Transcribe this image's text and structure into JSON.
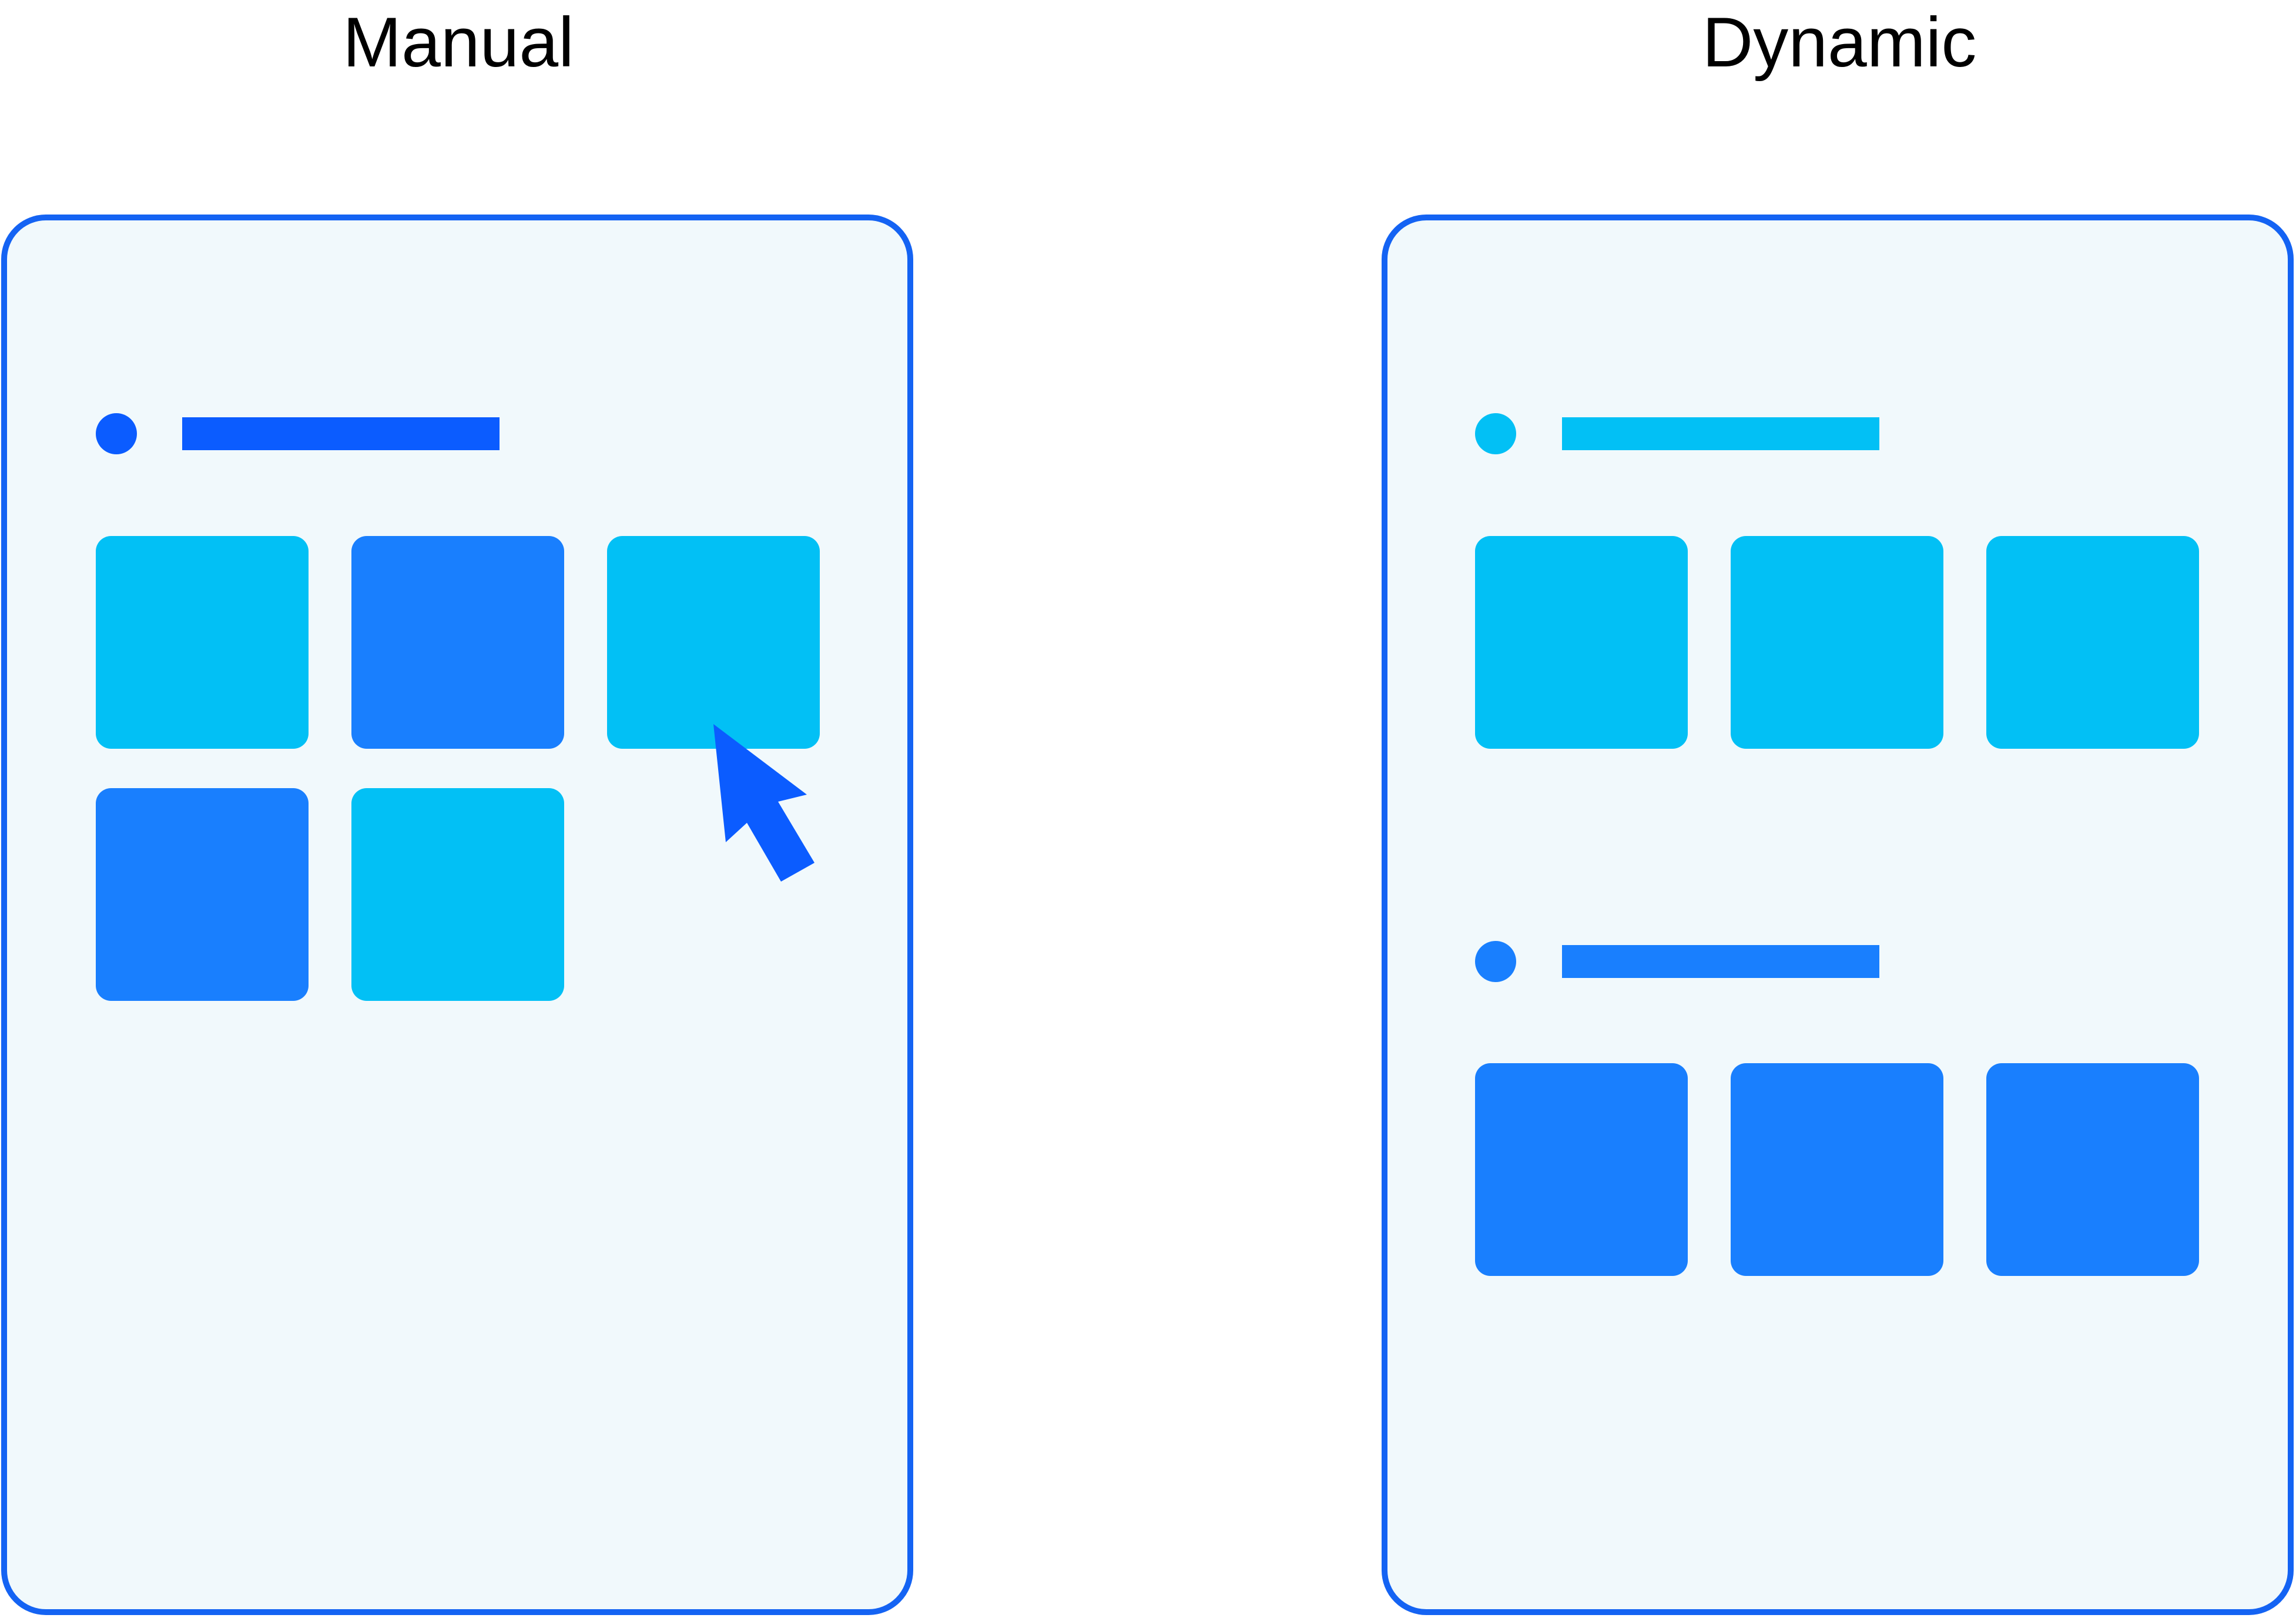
{
  "colors": {
    "frame_border": "#1463f3",
    "frame_fill": "#f1f9fc",
    "light_blue": "#02c0f5",
    "medium_blue": "#197ffe",
    "strong_blue": "#0b5cff",
    "title_text": "#000000"
  },
  "manual": {
    "title": "Manual",
    "header_accent": "strong_blue",
    "tiles": [
      {
        "color": "light_blue"
      },
      {
        "color": "medium_blue"
      },
      {
        "color": "light_blue"
      },
      {
        "color": "medium_blue"
      },
      {
        "color": "light_blue"
      }
    ],
    "cursor_icon": "mouse-pointer-icon"
  },
  "dynamic": {
    "title": "Dynamic",
    "groups": [
      {
        "header_accent": "light_blue",
        "tiles": [
          {
            "color": "light_blue"
          },
          {
            "color": "light_blue"
          },
          {
            "color": "light_blue"
          }
        ]
      },
      {
        "header_accent": "medium_blue",
        "tiles": [
          {
            "color": "medium_blue"
          },
          {
            "color": "medium_blue"
          },
          {
            "color": "medium_blue"
          }
        ]
      }
    ]
  }
}
